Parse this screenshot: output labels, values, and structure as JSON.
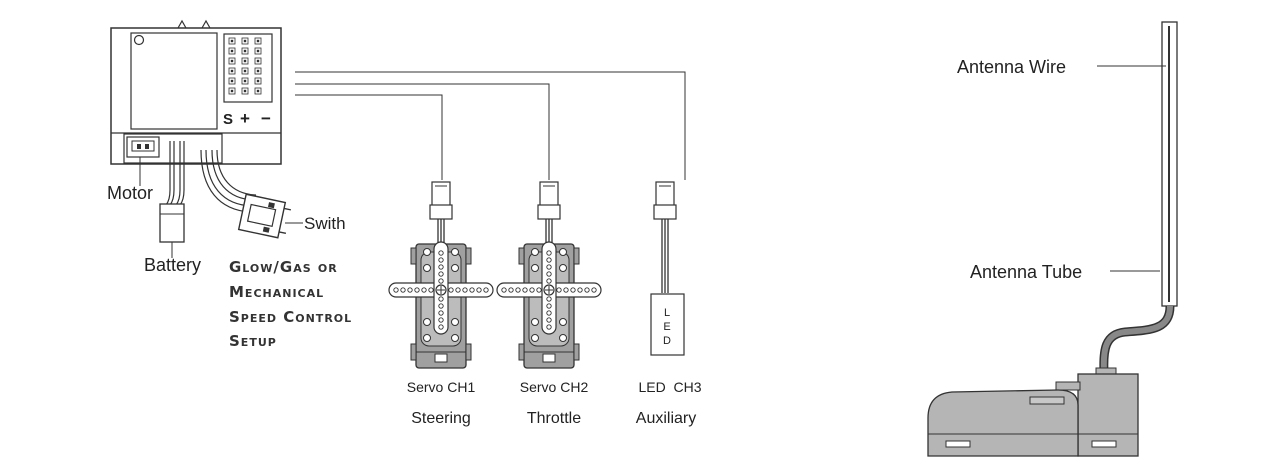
{
  "receiver": {
    "pin_labels": [
      "S",
      "+",
      "−"
    ]
  },
  "labels": {
    "motor": "Motor",
    "battery": "Battery",
    "switch": "Swith",
    "setup_note": [
      "Glow/Gas or",
      "Mechanical",
      "Speed Control",
      "Setup"
    ],
    "servo_ch1": "Servo CH1",
    "steering": "Steering",
    "servo_ch2": "Servo CH2",
    "throttle": "Throttle",
    "led_ch3": "LED  CH3",
    "auxiliary": "Auxiliary",
    "led_letters": [
      "L",
      "E",
      "D"
    ],
    "antenna_wire": "Antenna Wire",
    "antenna_tube": "Antenna Tube"
  },
  "colors": {
    "line": "#333333",
    "servo_gray": "#a0a0a0",
    "transmitter_gray": "#b5b5b5"
  }
}
